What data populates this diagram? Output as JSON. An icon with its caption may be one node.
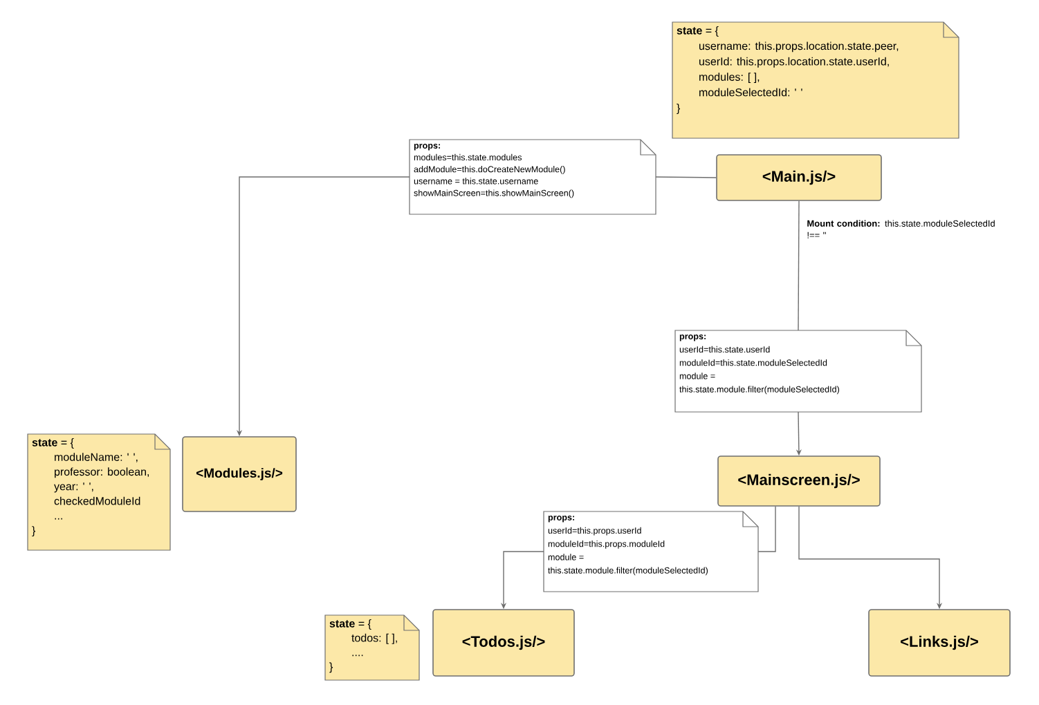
{
  "diagram": {
    "nodes": [
      {
        "text": [
          "<Main.js/>"
        ]
      },
      {
        "text": [
          "**state** = {",
          "username: this.props.location.state.peer,",
          "userId: this.props.location.state.userId,",
          "modules: [ ],",
          "moduleSelectedId: ' '",
          "}"
        ]
      },
      {
        "text": [
          "props:",
          "modules=this.state.modules",
          "addModule=this.doCreateNewModule()",
          "username = this.state.username",
          "showMainScreen=this.showMainScreen()"
        ]
      },
      {
        "text": [
          "<Modules.js/>"
        ]
      },
      {
        "text": [
          "**state** = {",
          "moduleName: ' ',",
          "professor: boolean,",
          "year: ' ',",
          "checkedModuleId",
          "...",
          "}"
        ]
      },
      {
        "text": [
          "props:",
          "userId=this.state.userId",
          "moduleId=this.state.moduleSelectedId",
          "module =",
          "this.state.module.filter(moduleSelectedId)"
        ]
      },
      {
        "text": [
          "<Mainscreen.js/>"
        ]
      },
      {
        "text": [
          "props:",
          "userId=this.props.userId",
          "moduleId=this.props.moduleId",
          "module =",
          "this.state.module.filter(moduleSelectedId)"
        ]
      },
      {
        "text": [
          "<Todos.js/>"
        ]
      },
      {
        "text": [
          "<Links.js/>"
        ]
      },
      {
        "text": [
          "**state** = {",
          "todos: [ ],",
          "....",
          "}"
        ]
      }
    ],
    "edges": [
      {
        "from": 0,
        "to": 2,
        "arrow": "none"
      },
      {
        "from": 2,
        "to": 3,
        "arrow": "to"
      },
      {
        "from": 0,
        "to": 5,
        "arrow": "none",
        "label": "**Mount condition:** this.state.moduleSelectedId !== ''"
      },
      {
        "from": 5,
        "to": 6,
        "arrow": "to"
      },
      {
        "from": 6,
        "to": 7,
        "arrow": "none"
      },
      {
        "from": 7,
        "to": 8,
        "arrow": "to"
      },
      {
        "from": 6,
        "to": 9,
        "arrow": "to"
      }
    ]
  }
}
